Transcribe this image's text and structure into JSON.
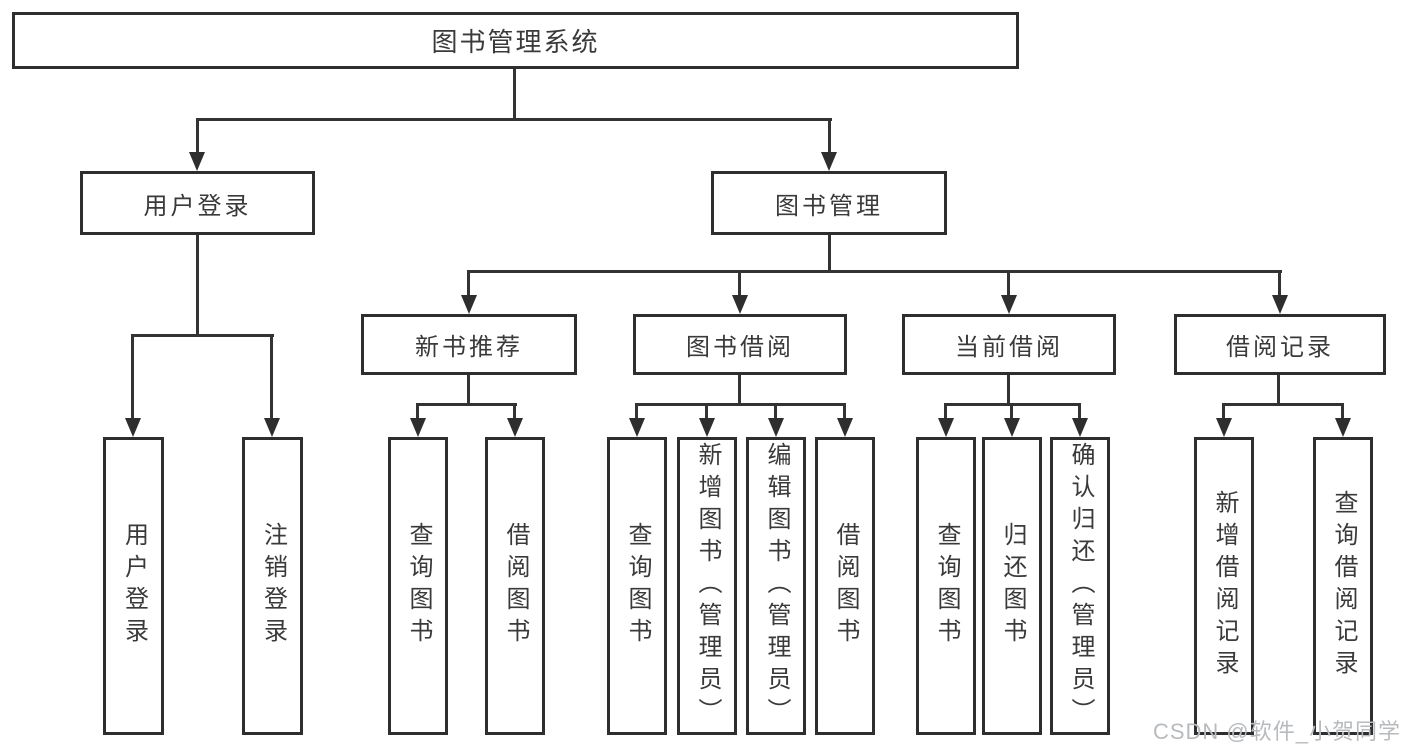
{
  "diagram": {
    "type": "hierarchy-tree",
    "nodes": {
      "root": {
        "label": "图书管理系统"
      },
      "user_login": {
        "label": "用户登录"
      },
      "book_mgmt": {
        "label": "图书管理"
      },
      "new_book_rec": {
        "label": "新书推荐"
      },
      "book_borrow": {
        "label": "图书借阅"
      },
      "current_borrow": {
        "label": "当前借阅"
      },
      "borrow_record": {
        "label": "借阅记录"
      },
      "leaf_user_login": {
        "label": "用户登录"
      },
      "leaf_logout": {
        "label": "注销登录"
      },
      "leaf_rec_query": {
        "label": "查询图书"
      },
      "leaf_rec_borrow": {
        "label": "借阅图书"
      },
      "leaf_bb_query": {
        "label": "查询图书"
      },
      "leaf_bb_add": {
        "label": "新增图书（管理员）"
      },
      "leaf_bb_edit": {
        "label": "编辑图书（管理员）"
      },
      "leaf_bb_borrow": {
        "label": "借阅图书"
      },
      "leaf_cb_query": {
        "label": "查询图书"
      },
      "leaf_cb_return": {
        "label": "归还图书"
      },
      "leaf_cb_confirm": {
        "label": "确认归还（管理员）"
      },
      "leaf_br_add": {
        "label": "新增借阅记录"
      },
      "leaf_br_query": {
        "label": "查询借阅记录"
      }
    },
    "edges": [
      [
        "图书管理系统",
        "用户登录"
      ],
      [
        "图书管理系统",
        "图书管理"
      ],
      [
        "用户登录",
        "用户登录"
      ],
      [
        "用户登录",
        "注销登录"
      ],
      [
        "图书管理",
        "新书推荐"
      ],
      [
        "图书管理",
        "图书借阅"
      ],
      [
        "图书管理",
        "当前借阅"
      ],
      [
        "图书管理",
        "借阅记录"
      ],
      [
        "新书推荐",
        "查询图书"
      ],
      [
        "新书推荐",
        "借阅图书"
      ],
      [
        "图书借阅",
        "查询图书"
      ],
      [
        "图书借阅",
        "新增图书（管理员）"
      ],
      [
        "图书借阅",
        "编辑图书（管理员）"
      ],
      [
        "图书借阅",
        "借阅图书"
      ],
      [
        "当前借阅",
        "查询图书"
      ],
      [
        "当前借阅",
        "归还图书"
      ],
      [
        "当前借阅",
        "确认归还（管理员）"
      ],
      [
        "借阅记录",
        "新增借阅记录"
      ],
      [
        "借阅记录",
        "查询借阅记录"
      ]
    ]
  },
  "watermark": "CSDN @软件_小贺同学",
  "colors": {
    "background": "#ffffff",
    "box_border": "#2e2e2e",
    "line": "#333333",
    "text": "#3a3a3a",
    "watermark_text": "#b7bbbe"
  }
}
